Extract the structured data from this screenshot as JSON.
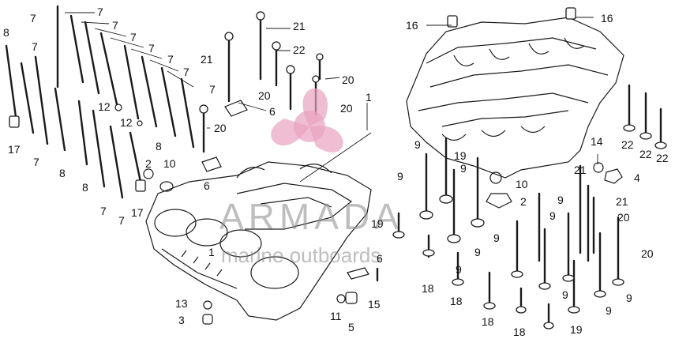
{
  "watermark": {
    "brand": "ARMADA",
    "tagline": "marine outboards",
    "logo_color": "#e9a2bf"
  },
  "callouts": {
    "n1": "1",
    "n2": "2",
    "n3": "3",
    "n4": "4",
    "n5": "5",
    "n6": "6",
    "n7": "7",
    "n8": "8",
    "n9": "9",
    "n10": "10",
    "n11": "11",
    "n12": "12",
    "n13": "13",
    "n14": "14",
    "n15": "15",
    "n16": "16",
    "n17": "17",
    "n18": "18",
    "n19": "19",
    "n20": "20",
    "n21": "21",
    "n22": "22"
  }
}
